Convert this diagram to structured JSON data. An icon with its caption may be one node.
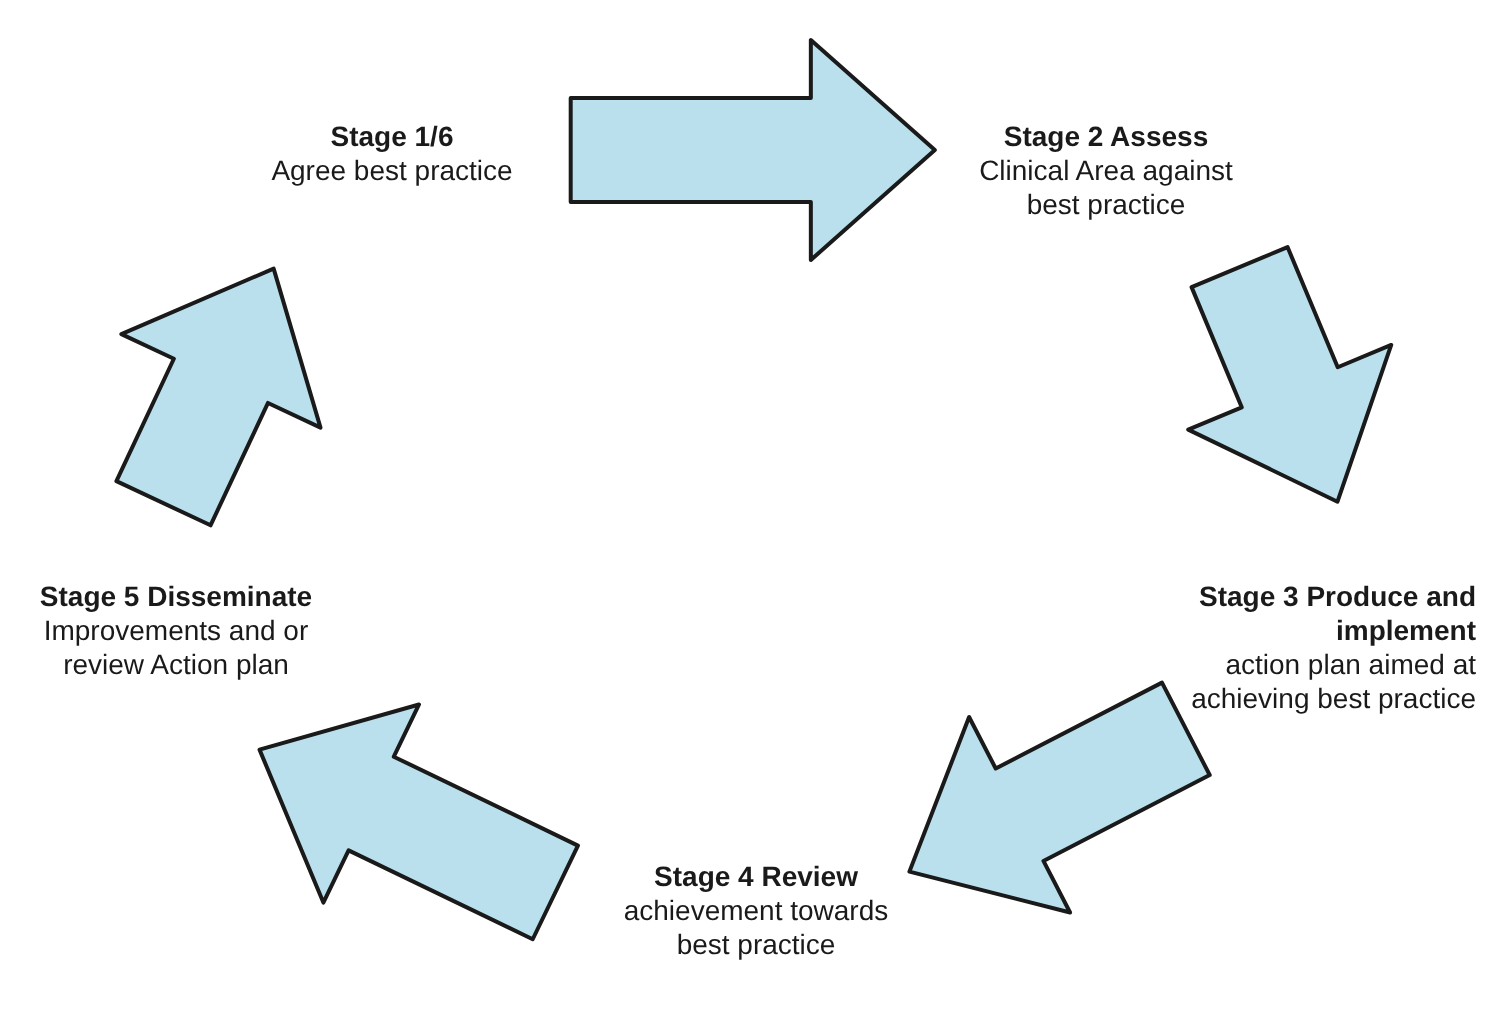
{
  "diagram": {
    "nodes": [
      {
        "text": [
          "Stage 1/6",
          "Agree best practice"
        ]
      },
      {
        "text": [
          "Stage 2 Assess",
          "Clinical Area against best practice"
        ]
      },
      {
        "text": [
          "Stage 3 Produce and implement",
          "action plan aimed at achieving best practice"
        ]
      },
      {
        "text": [
          "Stage 4 Review",
          "achievement towards best practice"
        ]
      },
      {
        "text": [
          "Stage 5 Disseminate",
          "Improvements and or review Action plan"
        ]
      }
    ],
    "edges": [
      {
        "from": 0,
        "to": 1,
        "arrow": "to",
        "style": "thick"
      },
      {
        "from": 1,
        "to": 2,
        "arrow": "to",
        "style": "thick"
      },
      {
        "from": 2,
        "to": 3,
        "arrow": "to",
        "style": "thick"
      },
      {
        "from": 3,
        "to": 4,
        "arrow": "to",
        "style": "thick"
      },
      {
        "from": 4,
        "to": 0,
        "arrow": "to",
        "style": "thick"
      }
    ]
  }
}
